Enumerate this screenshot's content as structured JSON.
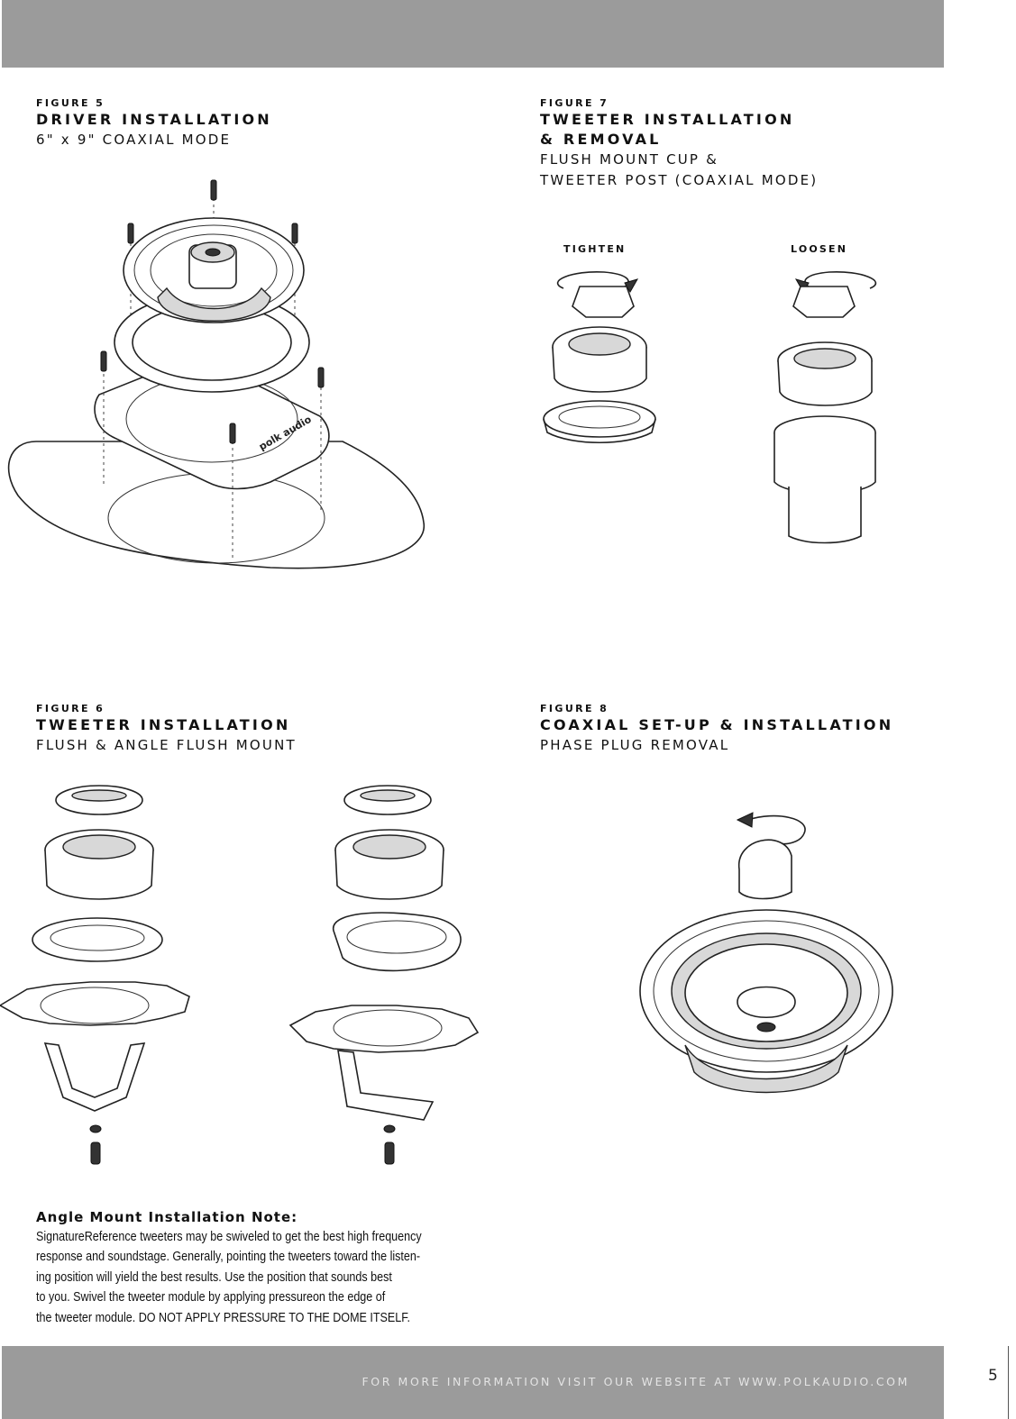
{
  "figures": {
    "fig5": {
      "number": "FIGURE 5",
      "title": "DRIVER INSTALLATION",
      "subtitle": "6\" x 9\" COAXIAL MODE"
    },
    "fig7": {
      "number": "FIGURE 7",
      "title_line1": "TWEETER INSTALLATION",
      "title_line2": "& REMOVAL",
      "subtitle_line1": "FLUSH MOUNT CUP &",
      "subtitle_line2": "TWEETER POST (COAXIAL MODE)",
      "label_left": "TIGHTEN",
      "label_right": "LOOSEN"
    },
    "fig6": {
      "number": "FIGURE 6",
      "title": "TWEETER INSTALLATION",
      "subtitle": "FLUSH & ANGLE FLUSH MOUNT"
    },
    "fig8": {
      "number": "FIGURE 8",
      "title": "COAXIAL SET-UP & INSTALLATION",
      "subtitle": "PHASE PLUG REMOVAL"
    }
  },
  "note": {
    "title": "Angle Mount Installation Note:",
    "lines": [
      "SignatureReference tweeters may be swiveled to get the best high frequency",
      "response and soundstage. Generally, pointing the tweeters toward the listen-",
      "ing position will yield the best results. Use the position that sounds best",
      "to you. Swivel the tweeter module by applying pressureon the edge of",
      "the tweeter module. DO NOT APPLY PRESSURE TO THE DOME ITSELF."
    ]
  },
  "footer": {
    "text": "FOR MORE INFORMATION VISIT OUR WEBSITE AT WWW.POLKAUDIO.COM",
    "page_number": "5"
  },
  "logos": {
    "panel_brand": "polk audio"
  },
  "colors": {
    "bar_gray": "#9b9b9b",
    "footer_text": "#e4e4e4",
    "ink": "#111111"
  }
}
